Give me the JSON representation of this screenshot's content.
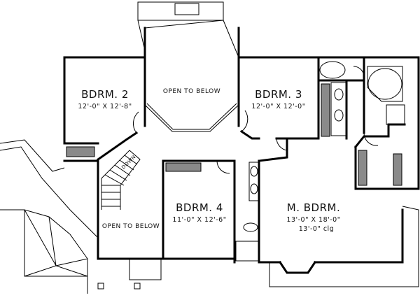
{
  "plan": {
    "rooms": [
      {
        "name": "BDRM. 2",
        "size": "12'-0\" X 12'-8\""
      },
      {
        "name": "BDRM. 3",
        "size": "12'-0\" X 12'-0\""
      },
      {
        "name": "BDRM. 4",
        "size": "11'-0\" X 12'-6\""
      },
      {
        "name": "M. BDRM.",
        "size": "13'-0\" X 18'-0\"",
        "ceiling": "13'-0\" clg"
      }
    ],
    "open_to_below": [
      "OPEN TO BELOW",
      "OPEN TO BELOW"
    ],
    "stair_label": "DOWN"
  }
}
